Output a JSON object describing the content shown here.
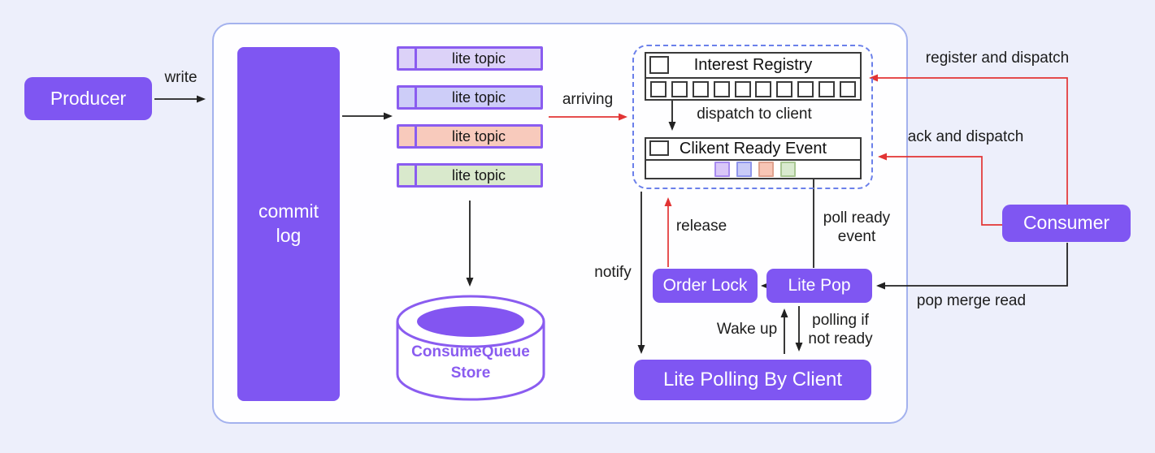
{
  "nodes": {
    "producer": "Producer",
    "commit_log": "commit\nlog",
    "consumer": "Consumer",
    "order_lock": "Order Lock",
    "lite_pop": "Lite Pop",
    "lite_polling": "Lite Polling By Client",
    "store": "ConsumeQueue\nStore"
  },
  "topics": [
    {
      "label": "lite topic",
      "fill": "#dcd2f8"
    },
    {
      "label": "lite topic",
      "fill": "#cdcdf8"
    },
    {
      "label": "lite topic",
      "fill": "#f8cabc"
    },
    {
      "label": "lite topic",
      "fill": "#d9e9cc"
    }
  ],
  "registry": {
    "title": "Interest Registry",
    "slot_count": "10"
  },
  "ready_event": {
    "title": "Clikent Ready Event",
    "squares": [
      {
        "fill": "#d9c7f8",
        "border": "#a88cf0"
      },
      {
        "fill": "#c9cbf7",
        "border": "#8f96ec"
      },
      {
        "fill": "#f7c5b5",
        "border": "#dfa28f"
      },
      {
        "fill": "#d9eacf",
        "border": "#a9c793"
      }
    ]
  },
  "labels": {
    "write": "write",
    "arriving": "arriving",
    "dispatch_to_client": "dispatch to client",
    "register_and_dispatch": "register and dispatch",
    "ack_and_dispatch": "ack and dispatch",
    "pop_merge_read": "pop merge read",
    "poll_ready_event": "poll ready\nevent",
    "release": "release",
    "notify": "notify",
    "wake_up": "Wake up",
    "polling_if_not_ready": "polling if\nnot ready"
  },
  "colors": {
    "accent_purple": "#7f56f2",
    "topic_border": "#8a5cf0",
    "arrow_red": "#e23434",
    "arrow_black": "#222222",
    "dashed_border": "#6b80ea",
    "container_border": "#a4b2ee",
    "store_purple": "#8a5cf0",
    "store_fill": "#8355f1"
  }
}
